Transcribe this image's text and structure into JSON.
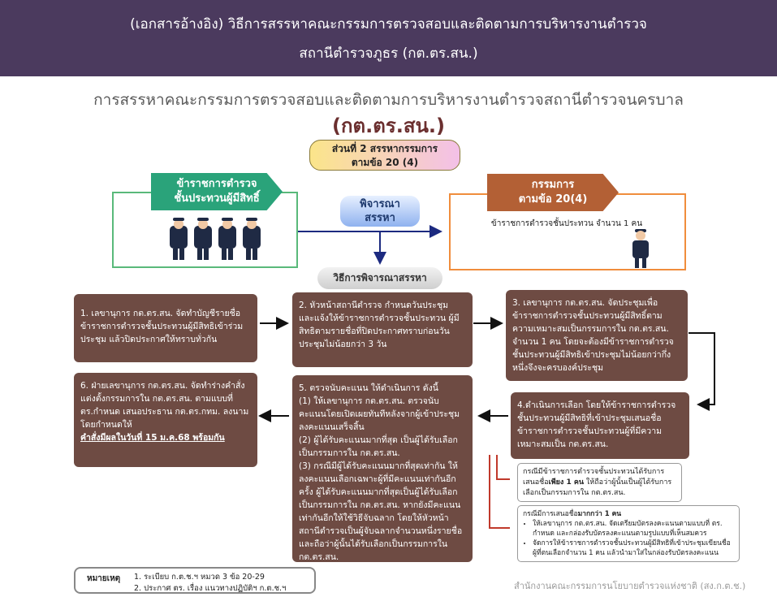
{
  "header": {
    "line1": "(เอกสารอ้างอิง)  วิธีการสรรหาคณะกรรมการตรวจสอบและติดตามการบริหารงานตำรวจ",
    "line2": "สถานีตำรวจภูธร (กต.ตร.สน.)",
    "background": "#4b3a5e"
  },
  "title": {
    "line1": "การสรรหาคณะกรรมการตรวจสอบและติดตามการบริหารงานตำรวจสถานีตำรวจนครบาล",
    "line2": "(กต.ตร.สน.)"
  },
  "part_pill": {
    "line1": "ส่วนที่ 2 สรรหากรรมการ",
    "line2": "ตามข้อ 20 (4)"
  },
  "left_group": {
    "tag_line1": "ข้าราชการตำรวจ",
    "tag_line2": "ชั้นประทวนผู้มีสิทธิ์",
    "tag_color": "#2aa37a"
  },
  "consider": {
    "line1": "พิจารณา",
    "line2": "สรรหา"
  },
  "right_group": {
    "tag_line1": "กรรมการ",
    "tag_line2": "ตามข้อ 20(4)",
    "text": "ข้าราชการตำรวจชั้นประทวน จำนวน 1 คน",
    "tag_color": "#b36035"
  },
  "method_label": "วิธีการพิจารณาสรรหา",
  "steps": {
    "s1": "1. เลขานุการ กต.ตร.สน. จัดทำบัญชีรายชื่อ ข้าราชการตำรวจชั้นประทวนผู้มีสิทธิเข้าร่วมประชุม แล้วปิดประกาศให้ทราบทั่วกัน",
    "s2": "2. หัวหน้าสถานีตำรวจ กำหนดวันประชุม และแจ้งให้ข้าราชการตำรวจชั้นประทวน ผู้มีสิทธิตามรายชื่อที่ปิดประกาศทราบก่อนวันประชุมไม่น้อยกว่า 3 วัน",
    "s3": "3. เลขานุการ กต.ตร.สน. จัดประชุมเพื่อข้าราชการตำรวจชั้นประทวนผู้มีสิทธิ์ตามความเหมาะสมเป็นกรรมการใน กต.ตร.สน. จำนวน 1 คน โดยจะต้องมีข้าราชการตำรวจชั้นประทวนผู้มีสิทธิเข้าประชุมไม่น้อยกว่ากึ่งหนึ่งจึงจะครบองค์ประชุม",
    "s4": "4.ดำเนินการเลือก โดยให้ข้าราชการตำรวจชั้นประทวนผู้มีสิทธิที่เข้าประชุมเสนอชื่อข้าราชการตำรวจชั้นประทวนผู้ที่มีความเหมาะสมเป็น กต.ตร.สน.",
    "s5_intro": "5. ตรวจนับคะแนน ให้ดำเนินการ ดังนี้",
    "s5_a": "(1) ให้เลขานุการ กต.ตร.สน. ตรวจนับคะแนนโดยเปิดเผยทันทีหลังจากผู้เข้าประชุมลงคะแนนเสร็จสิ้น",
    "s5_b": "(2) ผู้ได้รับคะแนนมากที่สุด เป็นผู้ได้รับเลือกเป็นกรรมการใน กต.ตร.สน.",
    "s5_c": "(3) กรณีมีผู้ได้รับคะแนนมากที่สุดเท่ากัน ให้ลงคะแนนเลือกเฉพาะผู้ที่มีคะแนนเท่ากันอีกครั้ง ผู้ได้รับคะแนนมากที่สุดเป็นผู้ได้รับเลือกเป็นกรรมการใน กต.ตร.สน. หากยังมีคะแนนเท่ากันอีกให้ใช้วิธีจับฉลาก โดยให้หัวหน้าสถานีตำรวจเป็นผู้จับฉลากจำนวนหนึ่งรายชื่อ และถือว่าผู้นั้นได้รับเลือกเป็นกรรมการใน กต.ตร.สน.",
    "s6_main": "6. ฝ่ายเลขานุการ กต.ตร.สน. จัดทำร่างคำสั่งแต่งตั้งกรรมการใน กต.ตร.สน. ตามแบบที่ ตร.กำหนด เสนอประธาน กต.ตร.กทม. ลงนาม โดยกำหนดให้",
    "s6_emph": "คำสั่งมีผลในวันที่ 15 ม.ค.68 พร้อมกัน"
  },
  "note1": {
    "pre": "กรณีมีข้าราชการตำรวจชั้นประทวนได้รับการเสนอชื่อ",
    "emph": "เพียง 1 คน",
    "post": " ให้ถือว่าผู้นั้นเป็นผู้ได้รับการเลือกเป็นกรรมการใน กต.ตร.สน."
  },
  "note2": {
    "pre": "กรณีมีการเสนอชื่อ",
    "emph": "มากกว่า 1 คน",
    "b1": "ให้เลขานุการ กต.ตร.สน. จัดเตรียมบัตรลงคะแนนตามแบบที่ ตร. กำหนด และกล่องรับบัตรลงคะแนนตามรูปแบบที่เห็นสมควร",
    "b2": "จัดการให้ข้าราชการตำรวจชั้นประทวนผู้มีสิทธิที่เข้าประชุมเขียนชื่อผู้ที่ตนเลือกจำนวน 1 คน แล้วนำมาใส่ในกล่องรับบัตรลงคะแนน"
  },
  "remark": {
    "label": "หมายเหตุ",
    "r1": "1. ระเบียบ ก.ต.ช.ฯ หมวด 3 ข้อ 20-29",
    "r2": "2. ประกาศ ตร. เรื่อง แนวทางปฏิบัติฯ ก.ต.ช.ฯ"
  },
  "footer": "สำนักงานคณะกรรมการนโยบายตำรวจแห่งชาติ (สง.ก.ต.ช.)",
  "icons": {
    "officers": "police-officers-illustration",
    "officer": "police-officer-illustration"
  },
  "colors": {
    "step_box": "#6e4b43",
    "arrow": "#1c2a80",
    "green": "#59b97a",
    "orange": "#f08d3c"
  }
}
